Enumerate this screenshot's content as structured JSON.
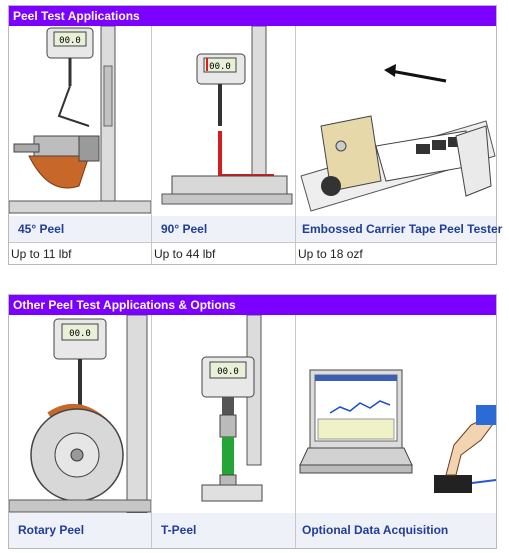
{
  "section1": {
    "title": "Peel Test Applications",
    "items": [
      {
        "label": "45° Peel",
        "spec": "Up to 11 lbf",
        "gauge": "00.0"
      },
      {
        "label": "90° Peel",
        "spec": "Up to 44 lbf",
        "gauge": "00.0"
      },
      {
        "label": "Embossed Carrier Tape Peel Tester",
        "spec": "Up to 18 ozf"
      }
    ]
  },
  "section2": {
    "title": "Other Peel Test Applications & Options",
    "items": [
      {
        "label": "Rotary Peel",
        "gauge": "00.0"
      },
      {
        "label": "T-Peel",
        "gauge": "00.0"
      },
      {
        "label": "Optional Data Acquisition"
      }
    ]
  },
  "colors": {
    "header": "#7b00ff",
    "label_text": "#1f3d99",
    "label_bg": "#eef1f8"
  }
}
